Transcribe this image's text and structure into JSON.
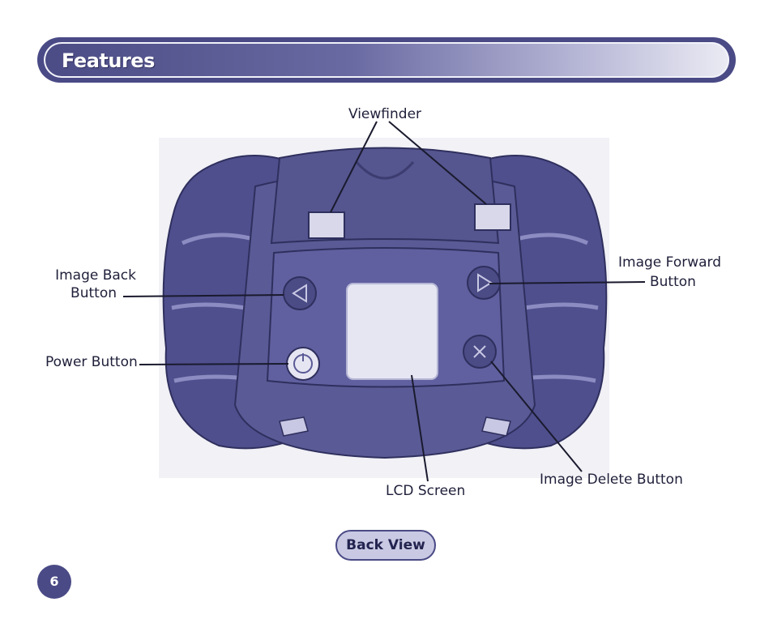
{
  "header": {
    "title": "Features"
  },
  "labels": {
    "viewfinder": "Viewfinder",
    "image_back_line1": "Image Back",
    "image_back_line2": "Button",
    "image_forward_line1": "Image Forward",
    "image_forward_line2": "Button",
    "power_button": "Power Button",
    "lcd_screen": "LCD Screen",
    "image_delete_button": "Image Delete Button"
  },
  "caption": {
    "back_view": "Back View"
  },
  "page": {
    "number": "6"
  },
  "colors": {
    "brand": "#4a4a86",
    "device": "#5a5a96",
    "device_dark": "#3c3c70",
    "screen": "#e6e6f3"
  }
}
